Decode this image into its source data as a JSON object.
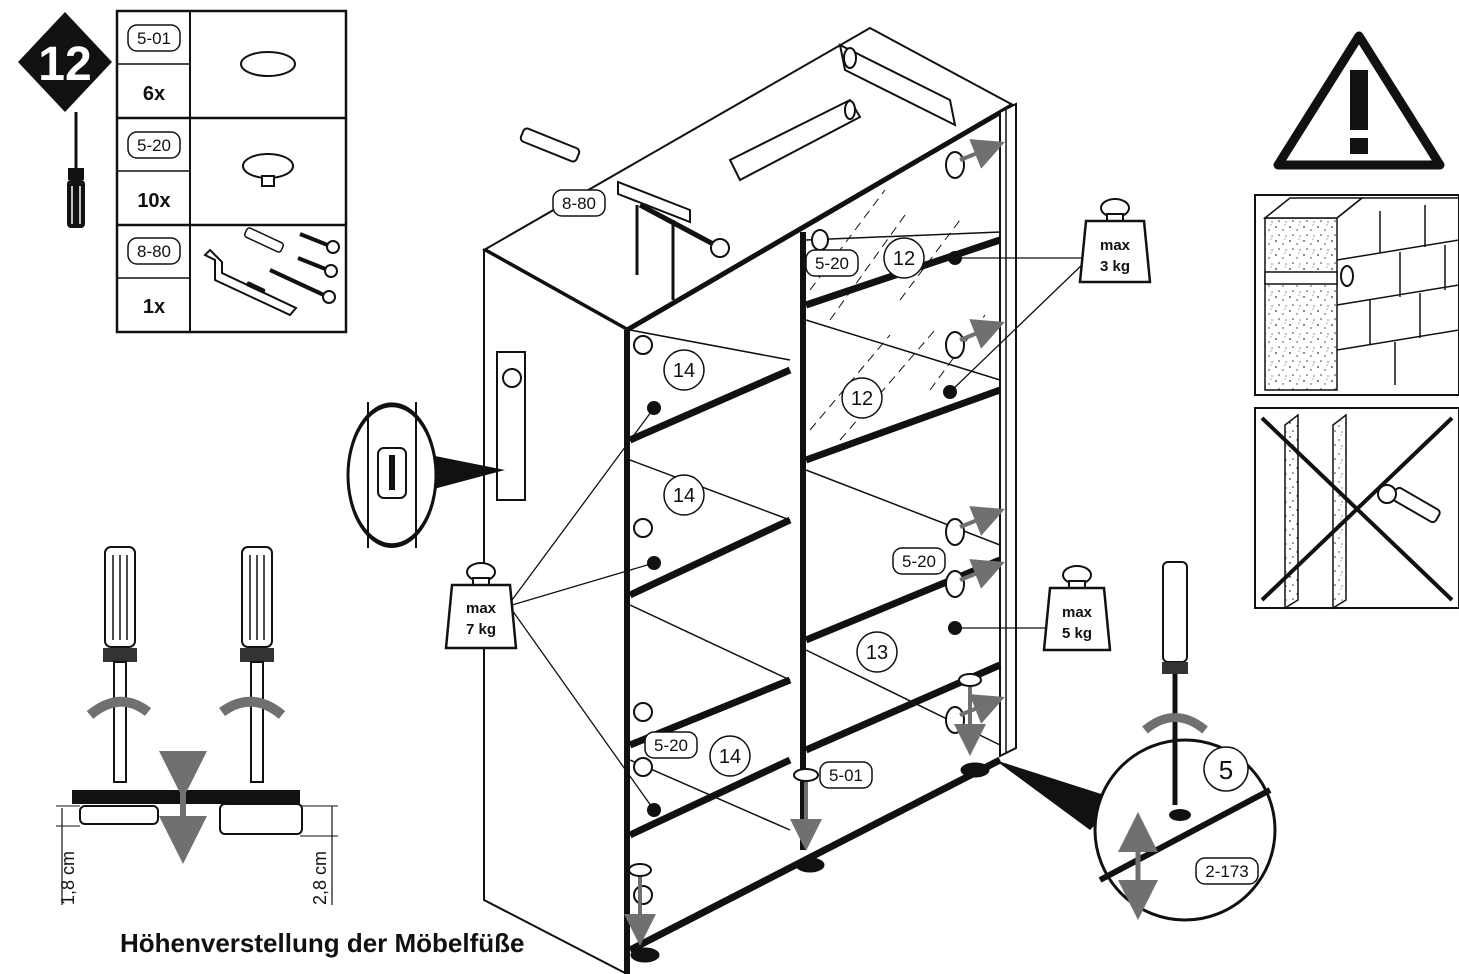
{
  "step": {
    "number": "12"
  },
  "parts": [
    {
      "code": "5-01",
      "qty": "6x",
      "icon": "round-cap-disc"
    },
    {
      "code": "5-20",
      "qty": "10x",
      "icon": "shelf-support-pin"
    },
    {
      "code": "8-80",
      "qty": "1x",
      "icon": "wall-bracket-screws-dowels"
    }
  ],
  "callouts": {
    "wall_bracket": "8-80",
    "pin_top": "5-20",
    "pin_right": "5-20",
    "pin_left": "5-20",
    "cap": "5-01",
    "foot": "2-173"
  },
  "shelves": {
    "left_top": "14",
    "left_mid": "14",
    "left_bot": "14",
    "right_top": "12",
    "right_mid": "12",
    "right_bot": "13"
  },
  "weights": {
    "w7": {
      "label": "max",
      "value": "7 kg"
    },
    "w3": {
      "label": "max",
      "value": "3 kg"
    },
    "w5": {
      "label": "max",
      "value": "5 kg"
    }
  },
  "zoom": {
    "number": "5"
  },
  "height": {
    "low": "1,8 cm",
    "high": "2,8 cm"
  },
  "caption": "Höhenverstellung der Möbelfüße",
  "colors": {
    "ink": "#111111",
    "arrow": "#707070",
    "light": "#f2f2f2"
  }
}
